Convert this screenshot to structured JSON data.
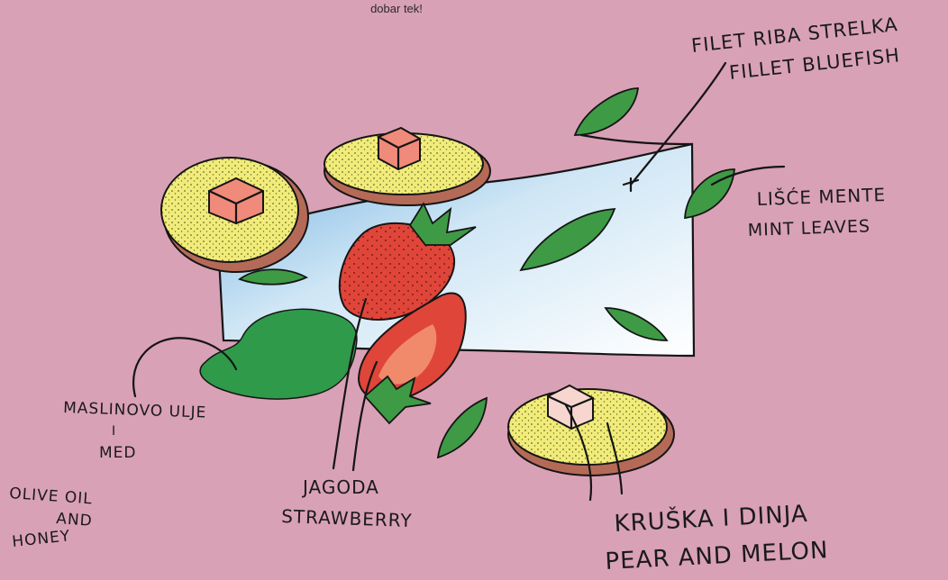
{
  "caption_top": "dobar tek!",
  "labels": {
    "fish_hr": "FILET RIBA STRELKA",
    "fish_en": "FILLET BLUEFISH",
    "mint_hr": "LIŠĆE MENTE",
    "mint_en": "MINT LEAVES",
    "oil_hr_1": "MASLINOVO ULJE",
    "oil_hr_sep": "I",
    "oil_hr_2": "MED",
    "oil_en_1": "OLIVE OIL",
    "oil_en_2": "AND",
    "oil_en_3": "HONEY",
    "straw_hr": "JAGODA",
    "straw_en": "STRAWBERRY",
    "pear_hr": "KRUŠKA I DINJA",
    "pear_en": "PEAR AND MELON"
  },
  "colors": {
    "background": "#d9a1b6",
    "fish_blue": "#8fc3e6",
    "oil_green": "#2f9a4a",
    "strawberry_red": "#e0453a",
    "mint_green": "#3e9a45",
    "cake_yellow": "#f1ec7a",
    "melon_cube": "#f08a7a"
  },
  "icons": {
    "strawberry": "strawberry-icon",
    "mint_leaf": "mint-leaf-icon",
    "cake": "sponge-cake-icon",
    "fish": "fish-fillet-icon",
    "oil": "oil-puddle-icon"
  }
}
